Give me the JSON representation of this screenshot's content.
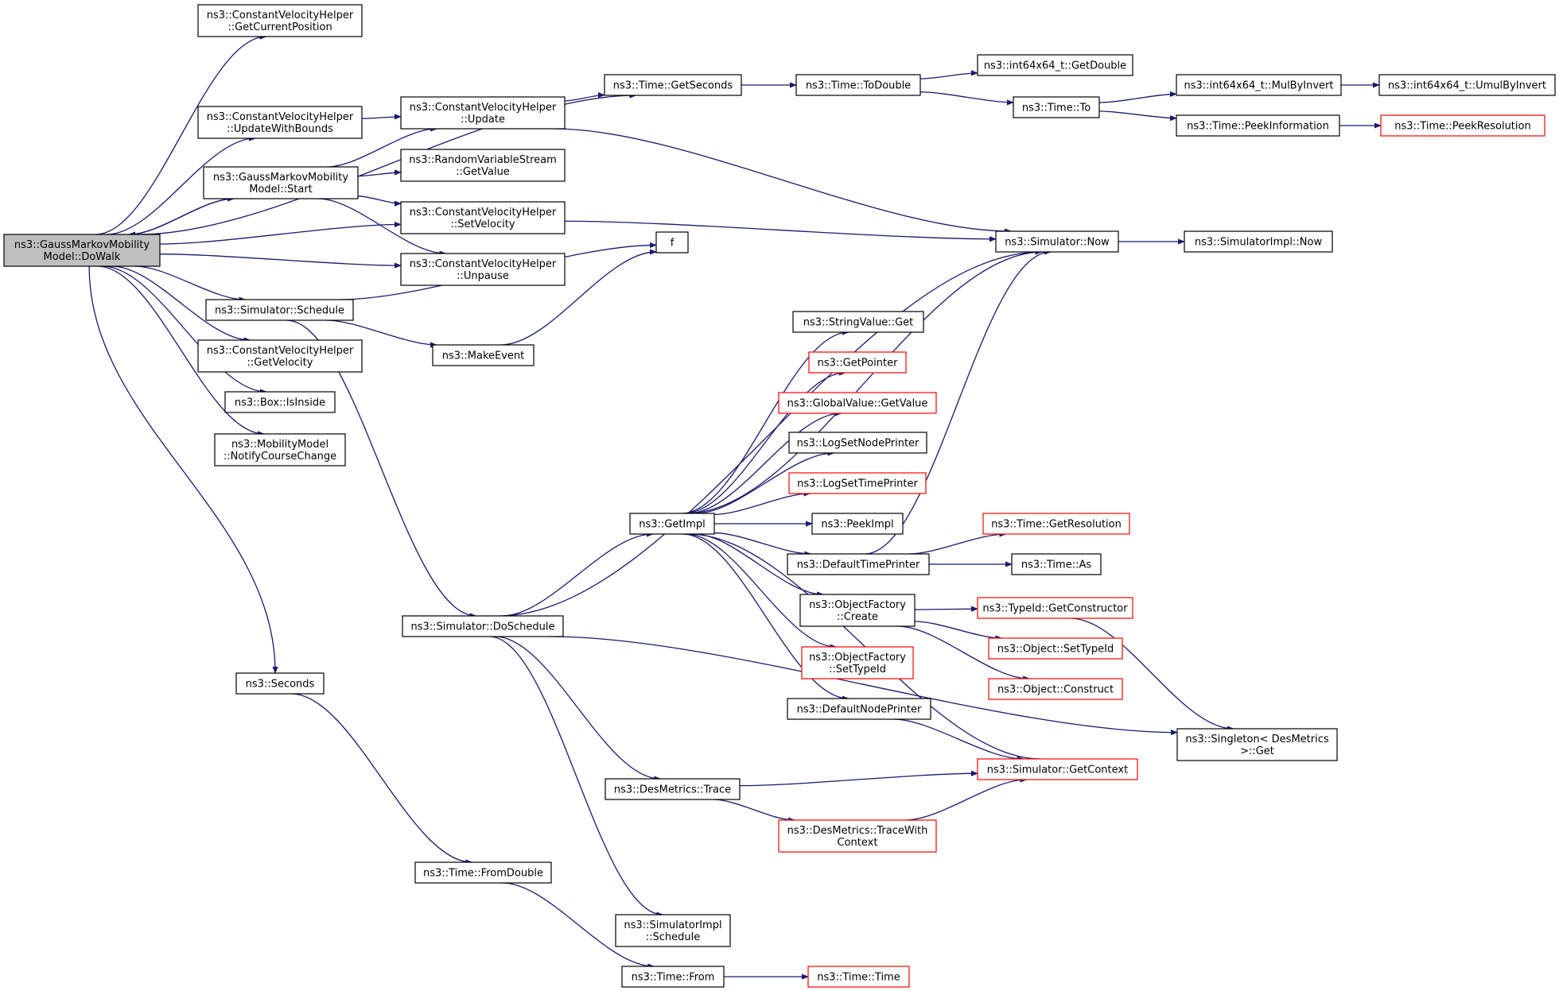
{
  "colors": {
    "edge": "#191970",
    "border_default": "#000000",
    "border_red": "#ff0000",
    "root_fill": "#bfbfbf",
    "background": "#ffffff"
  },
  "nodes": [
    {
      "id": "doWalk",
      "lines": [
        "ns3::GaussMarkovMobility",
        "Model::DoWalk"
      ],
      "style": "root"
    },
    {
      "id": "cvhGetCurrentPosition",
      "lines": [
        "ns3::ConstantVelocityHelper",
        "::GetCurrentPosition"
      ],
      "style": "black"
    },
    {
      "id": "cvhUpdateWithBounds",
      "lines": [
        "ns3::ConstantVelocityHelper",
        "::UpdateWithBounds"
      ],
      "style": "black"
    },
    {
      "id": "gmmStart",
      "lines": [
        "ns3::GaussMarkovMobility",
        "Model::Start"
      ],
      "style": "black"
    },
    {
      "id": "simSchedule",
      "lines": [
        "ns3::Simulator::Schedule"
      ],
      "style": "black"
    },
    {
      "id": "cvhGetVelocity",
      "lines": [
        "ns3::ConstantVelocityHelper",
        "::GetVelocity"
      ],
      "style": "black"
    },
    {
      "id": "boxIsInside",
      "lines": [
        "ns3::Box::IsInside"
      ],
      "style": "black"
    },
    {
      "id": "mmNotify",
      "lines": [
        "ns3::MobilityModel",
        "::NotifyCourseChange"
      ],
      "style": "black"
    },
    {
      "id": "seconds",
      "lines": [
        "ns3::Seconds"
      ],
      "style": "black"
    },
    {
      "id": "timeGetSeconds",
      "lines": [
        "ns3::Time::GetSeconds"
      ],
      "style": "black"
    },
    {
      "id": "cvhUpdate",
      "lines": [
        "ns3::ConstantVelocityHelper",
        "::Update"
      ],
      "style": "black"
    },
    {
      "id": "rvsGetValue",
      "lines": [
        "ns3::RandomVariableStream",
        "::GetValue"
      ],
      "style": "black"
    },
    {
      "id": "cvhSetVelocity",
      "lines": [
        "ns3::ConstantVelocityHelper",
        "::SetVelocity"
      ],
      "style": "black"
    },
    {
      "id": "cvhUnpause",
      "lines": [
        "ns3::ConstantVelocityHelper",
        "::Unpause"
      ],
      "style": "black"
    },
    {
      "id": "makeEvent",
      "lines": [
        "ns3::MakeEvent"
      ],
      "style": "black"
    },
    {
      "id": "simDoSchedule",
      "lines": [
        "ns3::Simulator::DoSchedule"
      ],
      "style": "black"
    },
    {
      "id": "timeFromDouble",
      "lines": [
        "ns3::Time::FromDouble"
      ],
      "style": "black"
    },
    {
      "id": "f",
      "lines": [
        "f"
      ],
      "style": "black"
    },
    {
      "id": "getImpl",
      "lines": [
        "ns3::GetImpl"
      ],
      "style": "black"
    },
    {
      "id": "desTrace",
      "lines": [
        "ns3::DesMetrics::Trace"
      ],
      "style": "black"
    },
    {
      "id": "simImplSchedule",
      "lines": [
        "ns3::SimulatorImpl",
        "::Schedule"
      ],
      "style": "black"
    },
    {
      "id": "timeFrom",
      "lines": [
        "ns3::Time::From"
      ],
      "style": "black"
    },
    {
      "id": "timeToDouble",
      "lines": [
        "ns3::Time::ToDouble"
      ],
      "style": "black"
    },
    {
      "id": "int64GetDouble",
      "lines": [
        "ns3::int64x64_t::GetDouble"
      ],
      "style": "black"
    },
    {
      "id": "timeTo",
      "lines": [
        "ns3::Time::To"
      ],
      "style": "black"
    },
    {
      "id": "int64MulByInvert",
      "lines": [
        "ns3::int64x64_t::MulByInvert"
      ],
      "style": "black"
    },
    {
      "id": "int64UmulByInvert",
      "lines": [
        "ns3::int64x64_t::UmulByInvert"
      ],
      "style": "black"
    },
    {
      "id": "timePeekInformation",
      "lines": [
        "ns3::Time::PeekInformation"
      ],
      "style": "black"
    },
    {
      "id": "timePeekResolution",
      "lines": [
        "ns3::Time::PeekResolution"
      ],
      "style": "red"
    },
    {
      "id": "simNow",
      "lines": [
        "ns3::Simulator::Now"
      ],
      "style": "black"
    },
    {
      "id": "simImplNow",
      "lines": [
        "ns3::SimulatorImpl::Now"
      ],
      "style": "black"
    },
    {
      "id": "stringValueGet",
      "lines": [
        "ns3::StringValue::Get"
      ],
      "style": "black"
    },
    {
      "id": "getPointer",
      "lines": [
        "ns3::GetPointer"
      ],
      "style": "red"
    },
    {
      "id": "globalValueGetValue",
      "lines": [
        "ns3::GlobalValue::GetValue"
      ],
      "style": "red"
    },
    {
      "id": "logSetNodePrinter",
      "lines": [
        "ns3::LogSetNodePrinter"
      ],
      "style": "black"
    },
    {
      "id": "logSetTimePrinter",
      "lines": [
        "ns3::LogSetTimePrinter"
      ],
      "style": "red"
    },
    {
      "id": "peekImpl",
      "lines": [
        "ns3::PeekImpl"
      ],
      "style": "black"
    },
    {
      "id": "defaultTimePrinter",
      "lines": [
        "ns3::DefaultTimePrinter"
      ],
      "style": "black"
    },
    {
      "id": "objFactoryCreate",
      "lines": [
        "ns3::ObjectFactory",
        "::Create"
      ],
      "style": "black"
    },
    {
      "id": "objFactorySetTypeId",
      "lines": [
        "ns3::ObjectFactory",
        "::SetTypeId"
      ],
      "style": "red"
    },
    {
      "id": "defaultNodePrinter",
      "lines": [
        "ns3::DefaultNodePrinter"
      ],
      "style": "black"
    },
    {
      "id": "desTraceWithContext",
      "lines": [
        "ns3::DesMetrics::TraceWith",
        "Context"
      ],
      "style": "red"
    },
    {
      "id": "timeTime",
      "lines": [
        "ns3::Time::Time"
      ],
      "style": "red"
    },
    {
      "id": "timeGetResolution",
      "lines": [
        "ns3::Time::GetResolution"
      ],
      "style": "red"
    },
    {
      "id": "timeAs",
      "lines": [
        "ns3::Time::As"
      ],
      "style": "black"
    },
    {
      "id": "typeIdGetConstructor",
      "lines": [
        "ns3::TypeId::GetConstructor"
      ],
      "style": "red"
    },
    {
      "id": "objectSetTypeId",
      "lines": [
        "ns3::Object::SetTypeId"
      ],
      "style": "red"
    },
    {
      "id": "objectConstruct",
      "lines": [
        "ns3::Object::Construct"
      ],
      "style": "red"
    },
    {
      "id": "simGetContext",
      "lines": [
        "ns3::Simulator::GetContext"
      ],
      "style": "red"
    },
    {
      "id": "singletonGet",
      "lines": [
        "ns3::Singleton< DesMetrics",
        ">::Get"
      ],
      "style": "black"
    }
  ],
  "edges": [
    [
      "doWalk",
      "cvhGetCurrentPosition"
    ],
    [
      "doWalk",
      "timeGetSeconds"
    ],
    [
      "doWalk",
      "cvhUpdateWithBounds"
    ],
    [
      "doWalk",
      "gmmStart"
    ],
    [
      "doWalk",
      "cvhSetVelocity"
    ],
    [
      "doWalk",
      "cvhUnpause"
    ],
    [
      "doWalk",
      "simSchedule"
    ],
    [
      "doWalk",
      "cvhGetVelocity"
    ],
    [
      "doWalk",
      "boxIsInside"
    ],
    [
      "doWalk",
      "mmNotify"
    ],
    [
      "doWalk",
      "seconds"
    ],
    [
      "gmmStart",
      "doWalk"
    ],
    [
      "gmmStart",
      "cvhUpdate"
    ],
    [
      "gmmStart",
      "rvsGetValue"
    ],
    [
      "gmmStart",
      "cvhSetVelocity"
    ],
    [
      "gmmStart",
      "cvhUnpause"
    ],
    [
      "cvhUpdateWithBounds",
      "cvhUpdate"
    ],
    [
      "cvhUpdate",
      "timeGetSeconds"
    ],
    [
      "cvhUpdate",
      "simNow"
    ],
    [
      "cvhSetVelocity",
      "simNow"
    ],
    [
      "simSchedule",
      "f"
    ],
    [
      "simSchedule",
      "makeEvent"
    ],
    [
      "simSchedule",
      "simDoSchedule"
    ],
    [
      "makeEvent",
      "f"
    ],
    [
      "seconds",
      "timeFromDouble"
    ],
    [
      "timeFromDouble",
      "timeFrom"
    ],
    [
      "timeFrom",
      "timeTime"
    ],
    [
      "timeGetSeconds",
      "timeToDouble"
    ],
    [
      "timeToDouble",
      "int64GetDouble"
    ],
    [
      "timeToDouble",
      "timeTo"
    ],
    [
      "timeTo",
      "int64MulByInvert"
    ],
    [
      "timeTo",
      "timePeekInformation"
    ],
    [
      "int64MulByInvert",
      "int64UmulByInvert"
    ],
    [
      "timePeekInformation",
      "timePeekResolution"
    ],
    [
      "simDoSchedule",
      "simNow"
    ],
    [
      "simDoSchedule",
      "getImpl"
    ],
    [
      "simDoSchedule",
      "desTrace"
    ],
    [
      "simDoSchedule",
      "simImplSchedule"
    ],
    [
      "simDoSchedule",
      "singletonGet"
    ],
    [
      "simNow",
      "getImpl"
    ],
    [
      "simNow",
      "simImplNow"
    ],
    [
      "getImpl",
      "stringValueGet"
    ],
    [
      "getImpl",
      "getPointer"
    ],
    [
      "getImpl",
      "globalValueGetValue"
    ],
    [
      "getImpl",
      "logSetNodePrinter"
    ],
    [
      "getImpl",
      "logSetTimePrinter"
    ],
    [
      "getImpl",
      "peekImpl"
    ],
    [
      "getImpl",
      "defaultTimePrinter"
    ],
    [
      "getImpl",
      "objFactoryCreate"
    ],
    [
      "getImpl",
      "objFactorySetTypeId"
    ],
    [
      "getImpl",
      "defaultNodePrinter"
    ],
    [
      "defaultTimePrinter",
      "simNow"
    ],
    [
      "defaultTimePrinter",
      "timeGetResolution"
    ],
    [
      "defaultTimePrinter",
      "timeAs"
    ],
    [
      "objFactoryCreate",
      "typeIdGetConstructor"
    ],
    [
      "objFactoryCreate",
      "objectSetTypeId"
    ],
    [
      "objFactoryCreate",
      "objectConstruct"
    ],
    [
      "typeIdGetConstructor",
      "singletonGet"
    ],
    [
      "defaultNodePrinter",
      "simGetContext"
    ],
    [
      "simGetContext",
      "getImpl"
    ],
    [
      "desTrace",
      "simGetContext"
    ],
    [
      "desTrace",
      "desTraceWithContext"
    ],
    [
      "desTraceWithContext",
      "simGetContext"
    ]
  ]
}
